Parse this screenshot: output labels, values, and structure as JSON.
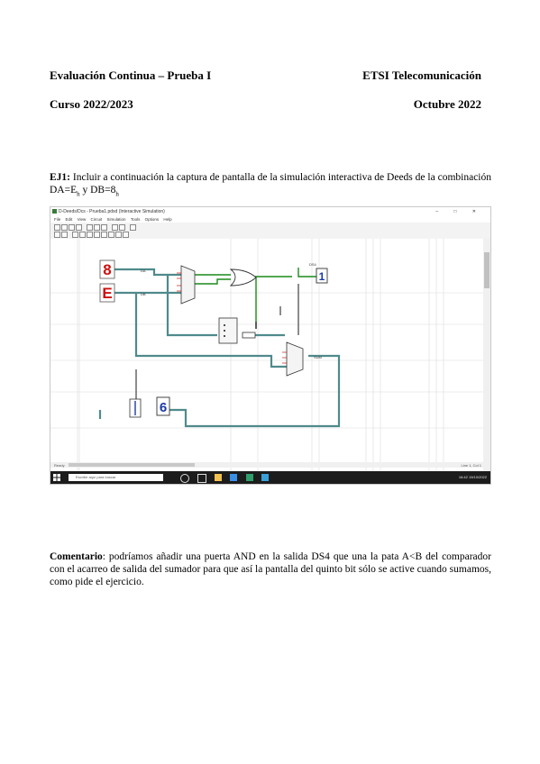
{
  "header": {
    "left_line1": "Evaluación Continua – Prueba I",
    "right_line1": "ETSI Telecomunicación",
    "left_line2": "Curso 2022/2023",
    "right_line2": "Octubre 2022"
  },
  "exercise": {
    "label": "EJ1:",
    "text_part1": " Incluir a continuación la captura de pantalla de la simulación interactiva de Deeds de la combinación DA=E",
    "sub1": "h",
    "text_part2": " y DB=8",
    "sub2": "h"
  },
  "screenshot": {
    "titlebar_text": "D-Deeds/Dcs - Prueba1.pdsd  (Interactive Simulation)",
    "window_controls": "– □ ✕",
    "menu": [
      "File",
      "Edit",
      "View",
      "Circuit",
      "Simulation",
      "Tools",
      "Options",
      "Help"
    ],
    "display_a_digit": "8",
    "display_b_digit": "E",
    "output_display_digit": "1",
    "bottom_display_digit": "6",
    "wire_label_a": "DA",
    "wire_label_b": "DB",
    "wire_label_sum": "SUM",
    "wire_label_out": "DS4",
    "status_text": "Ready",
    "status_right": "Line 1, Col 1",
    "taskbar_search": "Escribe aquí para buscar",
    "taskbar_clock": "16:42  19/10/2022",
    "colors": {
      "wire_green": "#1a8a1a",
      "wire_teal": "#4f8a8c",
      "display_red": "#cc1111",
      "display_blue": "#1a3aa8",
      "taskbar": "#1c1c1c"
    }
  },
  "comment": {
    "label": "Comentario",
    "text": ": podríamos añadir una puerta AND en la salida DS4 que una la pata A<B del comparador con el acarreo de salida del sumador para que así la pantalla del quinto bit sólo se active cuando sumamos, como pide el ejercicio."
  }
}
